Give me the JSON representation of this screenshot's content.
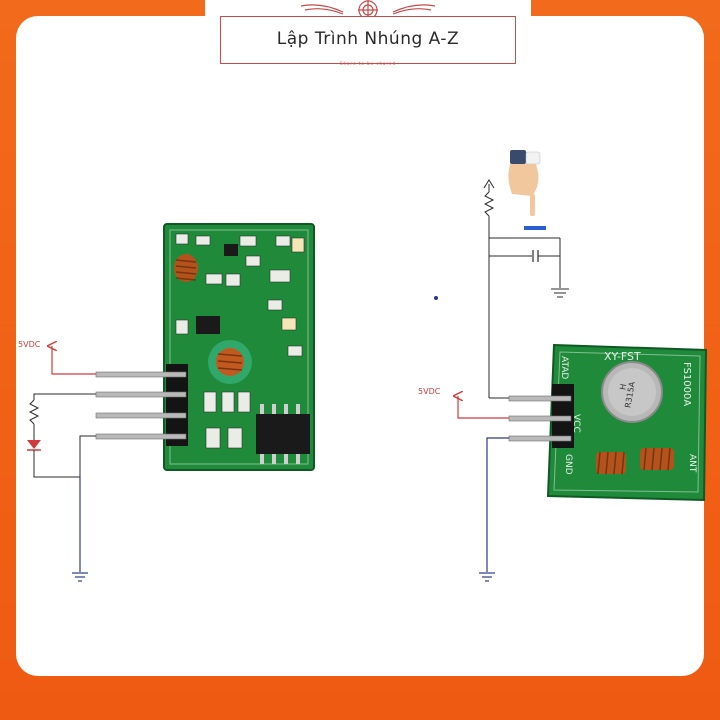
{
  "brand": {
    "name": "Lập Trình Nhúng A-Z",
    "tagline": "Share to be shared"
  },
  "receiver": {
    "supply_label": "5VDC"
  },
  "transmitter": {
    "supply_label": "5VDC",
    "module_name": "XY-FST",
    "part_number": "FS1000A",
    "crystal_marking_1": "H",
    "crystal_marking_2": "R315A",
    "pin_labels": [
      "ATAD",
      "VCC",
      "GND"
    ],
    "antenna_label": "ANT"
  },
  "colors": {
    "background": "#f26a1b",
    "supply_wire": "#d23b3b",
    "ground_wire": "#2b3a8c",
    "pcb": "#1f8a3a",
    "brand_border": "#c84b4b"
  }
}
